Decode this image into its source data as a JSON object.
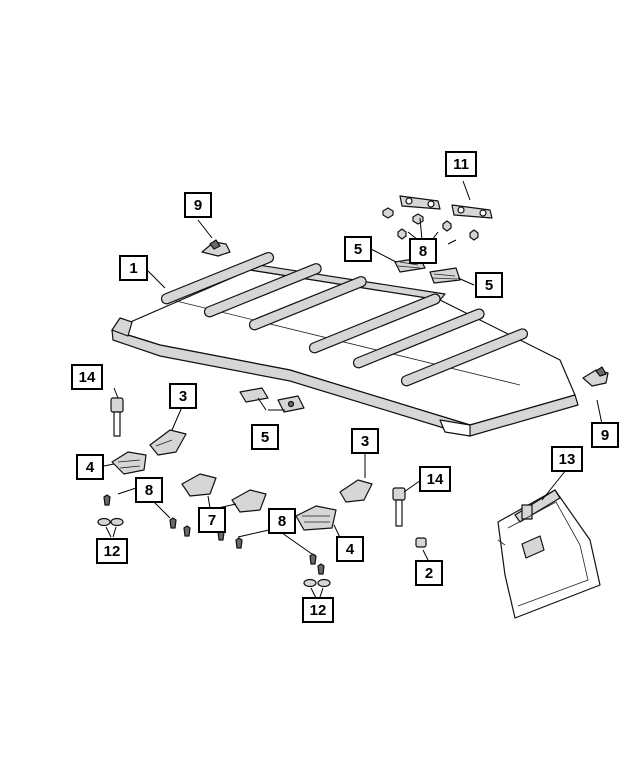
{
  "callouts": [
    {
      "id": "c1",
      "label": "1"
    },
    {
      "id": "c2",
      "label": "2"
    },
    {
      "id": "c3a",
      "label": "3"
    },
    {
      "id": "c3b",
      "label": "3"
    },
    {
      "id": "c4a",
      "label": "4"
    },
    {
      "id": "c4b",
      "label": "4"
    },
    {
      "id": "c5a",
      "label": "5"
    },
    {
      "id": "c5b",
      "label": "5"
    },
    {
      "id": "c5c",
      "label": "5"
    },
    {
      "id": "c7",
      "label": "7"
    },
    {
      "id": "c8a",
      "label": "8"
    },
    {
      "id": "c8b",
      "label": "8"
    },
    {
      "id": "c8c",
      "label": "8"
    },
    {
      "id": "c9a",
      "label": "9"
    },
    {
      "id": "c9b",
      "label": "9"
    },
    {
      "id": "c11",
      "label": "11"
    },
    {
      "id": "c12a",
      "label": "12"
    },
    {
      "id": "c12b",
      "label": "12"
    },
    {
      "id": "c13",
      "label": "13"
    },
    {
      "id": "c14a",
      "label": "14"
    },
    {
      "id": "c14b",
      "label": "14"
    }
  ],
  "colors": {
    "line": "#000000",
    "background": "#ffffff",
    "shade": "#d6d6d6"
  }
}
